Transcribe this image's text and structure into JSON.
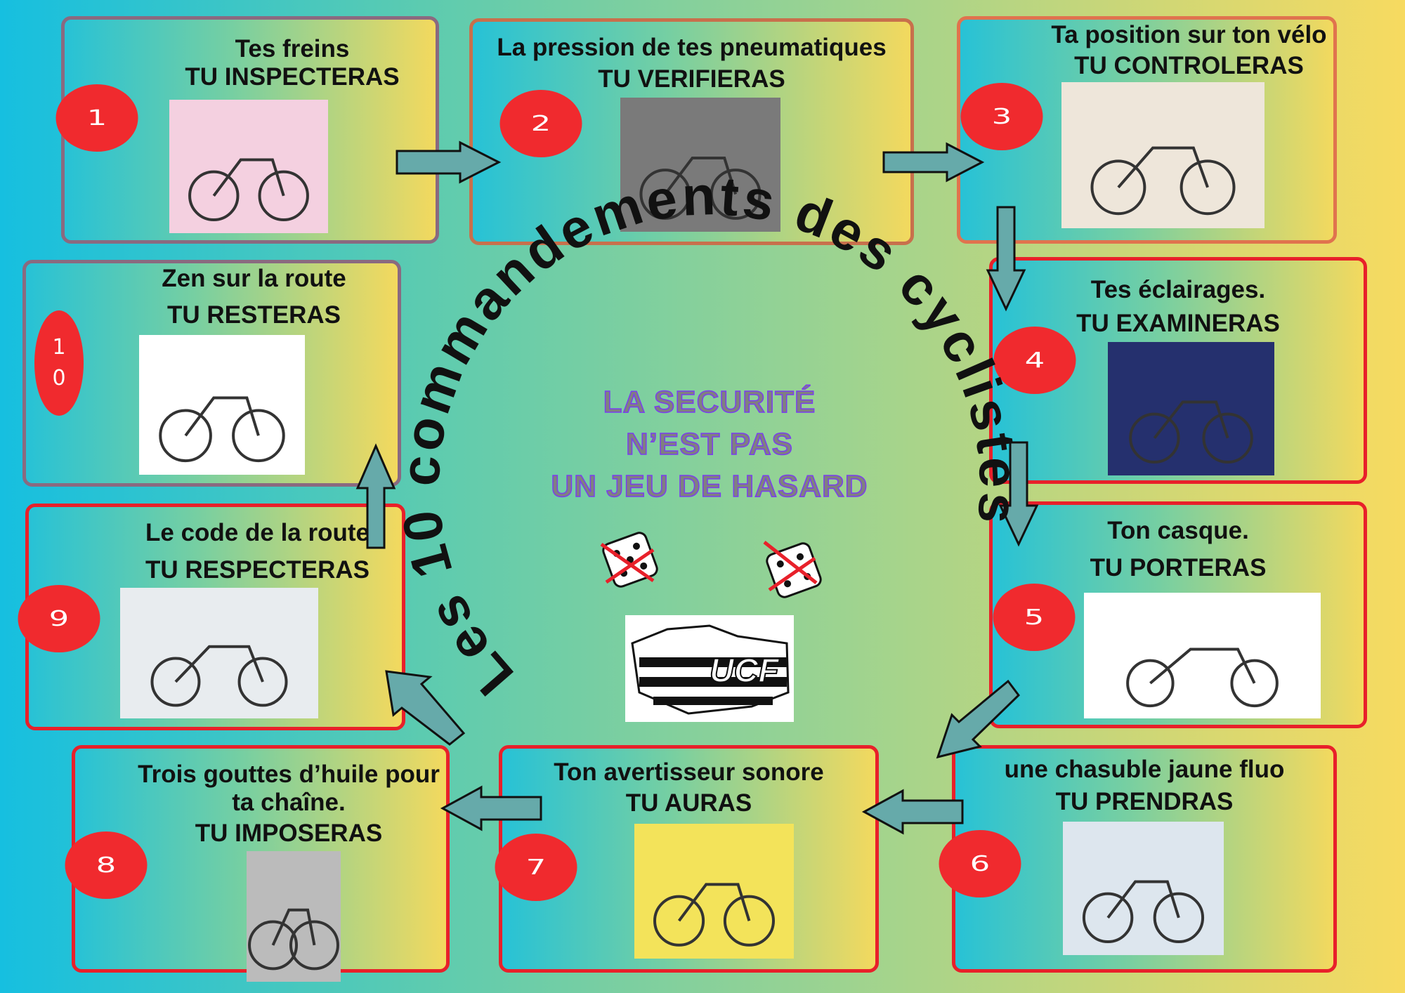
{
  "poster_title": "Les 10 commandements des cyclistes",
  "slogan": [
    "LA SECURITÉ",
    "N’EST PAS",
    "UN JEU DE HASARD"
  ],
  "logo_text": "UCF",
  "colors": {
    "badge": "#f02a2e",
    "border_red": "#e8202a"
  },
  "commandments": [
    {
      "number": "1",
      "line1": "Tes freins",
      "line2": "TU INSPECTERAS"
    },
    {
      "number": "2",
      "line1": "La pression de tes pneumatiques",
      "line2": "TU VERIFIERAS"
    },
    {
      "number": "3",
      "line1": "Ta position sur ton vélo",
      "line2": "TU CONTROLERAS"
    },
    {
      "number": "4",
      "line1": "Tes éclairages.",
      "line2": "TU EXAMINERAS"
    },
    {
      "number": "5",
      "line1": "Ton casque.",
      "line2": "TU PORTERAS"
    },
    {
      "number": "6",
      "line1": "une chasuble jaune fluo",
      "line2": "TU PRENDRAS"
    },
    {
      "number": "7",
      "line1": "Ton avertisseur sonore",
      "line2": "TU AURAS"
    },
    {
      "number": "8",
      "line1": "Trois gouttes d’huile pour ta chaîne.",
      "line2": "TU IMPOSERAS"
    },
    {
      "number": "9",
      "line1": "Le code de la route",
      "line2": "TU RESPECTERAS"
    },
    {
      "number": "10",
      "line1": "Zen sur la route",
      "line2": "TU RESTERAS"
    }
  ]
}
